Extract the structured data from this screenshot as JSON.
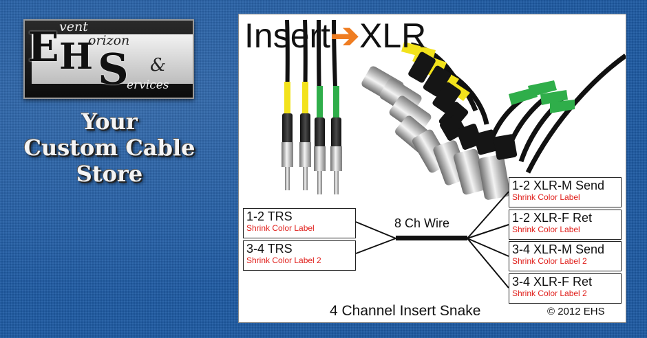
{
  "logo": {
    "initial_e": "E",
    "word_event": "vent",
    "initial_h": "H",
    "word_horizon": "orizon",
    "ampersand": "&",
    "initial_s": "S",
    "word_services": "ervices"
  },
  "tagline": {
    "line1": "Your",
    "line2": "Custom Cable",
    "line3": "Store"
  },
  "diagram": {
    "title_left": "Insert",
    "title_arrow": "➔",
    "title_right": "XLR",
    "left_labels": [
      {
        "main": "1-2 TRS",
        "sub": "Shrink Color Label"
      },
      {
        "main": "3-4 TRS",
        "sub": "Shrink Color Label 2"
      }
    ],
    "wire_label": "8 Ch Wire",
    "right_labels": [
      {
        "main": "1-2 XLR-M Send",
        "sub": "Shrink Color Label"
      },
      {
        "main": "1-2 XLR-F Ret",
        "sub": "Shrink Color Label"
      },
      {
        "main": "3-4 XLR-M Send",
        "sub": "Shrink Color Label 2"
      },
      {
        "main": "3-4 XLR-F Ret",
        "sub": "Shrink Color Label 2"
      }
    ],
    "footer": "4 Channel Insert Snake",
    "copyright": "© 2012 EHS"
  },
  "colors": {
    "background": "#1d5aa3",
    "arrow": "#ef7d22",
    "label_red": "#e0201c",
    "shrink_yellow": "#f2e21c",
    "shrink_green": "#2fae4a"
  }
}
